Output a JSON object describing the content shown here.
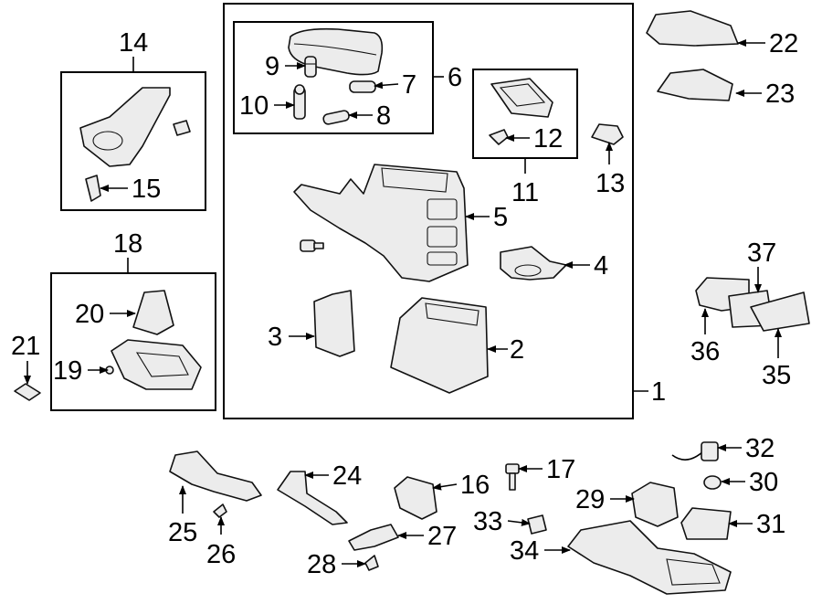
{
  "diagram": {
    "callouts": {
      "c1": "1",
      "c2": "2",
      "c3": "3",
      "c4": "4",
      "c5": "5",
      "c6": "6",
      "c7": "7",
      "c8": "8",
      "c9": "9",
      "c10": "10",
      "c11": "11",
      "c12": "12",
      "c13": "13",
      "c14": "14",
      "c15": "15",
      "c16": "16",
      "c17": "17",
      "c18": "18",
      "c19": "19",
      "c20": "20",
      "c21": "21",
      "c22": "22",
      "c23": "23",
      "c24": "24",
      "c25": "25",
      "c26": "26",
      "c27": "27",
      "c28": "28",
      "c29": "29",
      "c30": "30",
      "c31": "31",
      "c32": "32",
      "c33": "33",
      "c34": "34",
      "c35": "35",
      "c36": "36",
      "c37": "37"
    }
  }
}
